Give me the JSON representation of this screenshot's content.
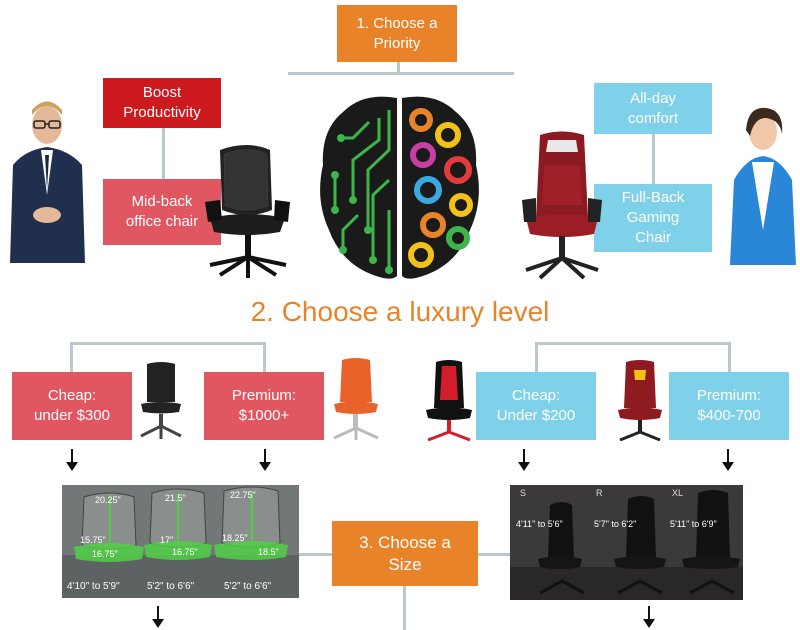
{
  "step1": "1.  Choose a\nPriority",
  "left": {
    "priority": "Boost\nProductivity",
    "chair_type": "Mid-back\noffice chair",
    "cheap": "Cheap:\nunder $300",
    "premium": "Premium:\n$1000+",
    "size_labels": {
      "heights": [
        "20.25\"",
        "21.5\"",
        "22.75\""
      ],
      "seat": [
        "15.75\"",
        "16.75\"",
        "17\"",
        "16.75\"",
        "18.25\"",
        "18.5\""
      ],
      "ranges": [
        "4'10\" to 5'9\"",
        "5'2\" to 6'6\"",
        "5'2\" to 6'6\""
      ]
    }
  },
  "right": {
    "priority": "All-day\ncomfort",
    "chair_type": "Full-Back\nGaming\nChair",
    "cheap": "Cheap:\nUnder $200",
    "premium": "Premium:\n$400-700",
    "size_labels": {
      "sizes": [
        "S",
        "R",
        "XL"
      ],
      "ranges": [
        "4'11\" to 5'6\"",
        "5'7\" to 6'2\"",
        "5'11\" to 6'9\""
      ]
    }
  },
  "step2": "2. Choose a luxury level",
  "step3": "3. Choose a\nSize",
  "colors": {
    "orange": "#e8832a",
    "darkred": "#cc1a1f",
    "red": "#e05661",
    "blue": "#7fd1ea",
    "connector": "#b9c8cc"
  }
}
